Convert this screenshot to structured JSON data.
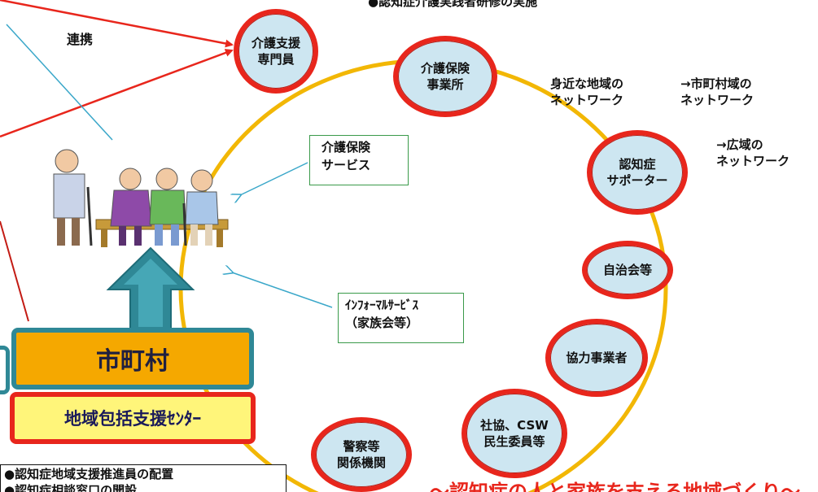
{
  "top_note": "●認知症介護実践者研修の実施",
  "link_label": "連携",
  "nodes": {
    "care_manager": "介護支援\n専門員",
    "care_office": "介護保険\n事業所",
    "supporter": "認知症\nサポーター",
    "neighborhood": "自治会等",
    "partner": "協力事業者",
    "welfare": "社協、CSW\n民生委員等",
    "police": "警察等\n関係機関"
  },
  "network_labels": {
    "local": "身近な地域の\nネットワーク",
    "municipal": "→市町村域の\nネットワーク",
    "regional": "→広域の\nネットワーク"
  },
  "service_boxes": {
    "insurance": "介護保険\nサービス",
    "informal": "ｲﾝﾌｫｰﾏﾙｻｰﾋﾞｽ\n（家族会等）"
  },
  "municipality": "市町村",
  "support_center": "地域包括支援ｾﾝﾀｰ",
  "notes": [
    "●認知症地域支援推進員の配置",
    "●認知症相談窓口の開設"
  ],
  "bottom_slogan": "〜認知症の人と家族を支える地域づくり〜",
  "colors": {
    "ring": "#f2b705",
    "node_border": "#e8261c",
    "node_fill": "#cde6f1",
    "arrow_blue": "#3aa7c9",
    "arrow_red": "#e8261c",
    "municipality": "#f5a800",
    "center": "#fff57a",
    "teal": "#2f8896"
  }
}
